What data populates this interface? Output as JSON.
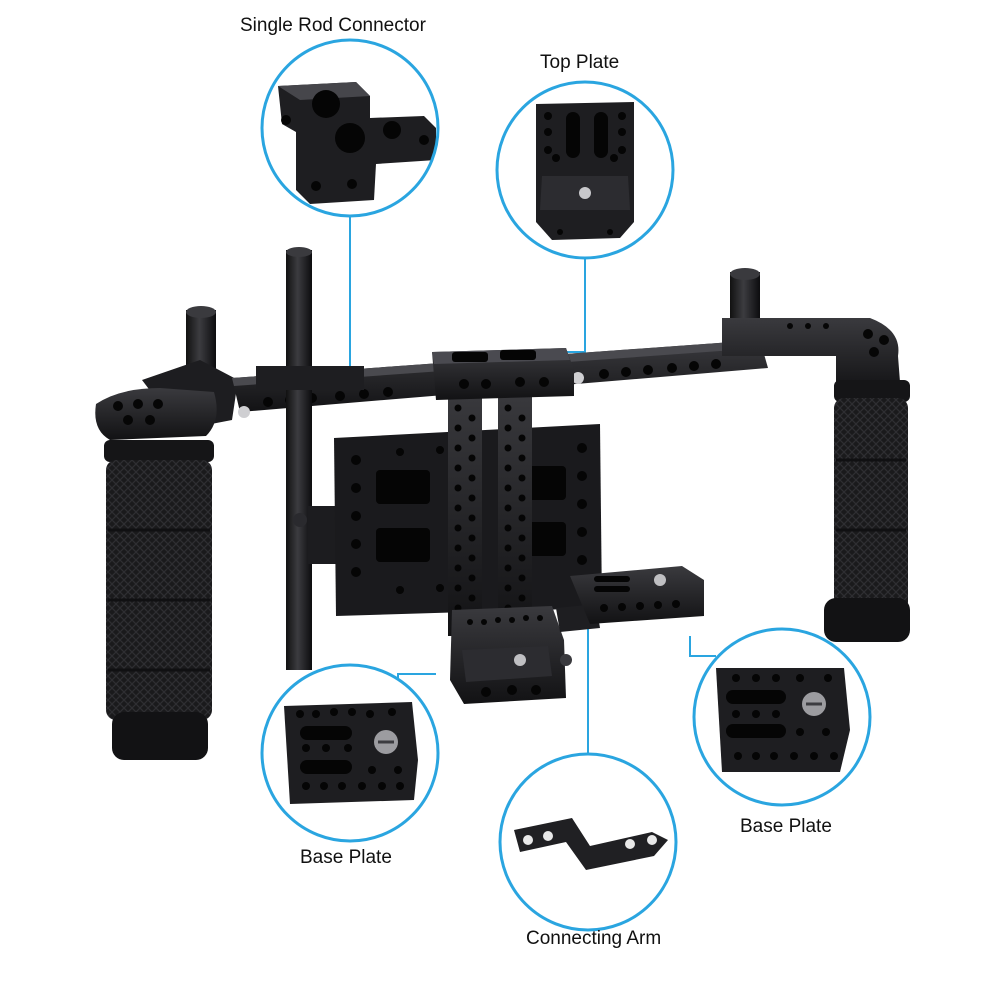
{
  "callouts": {
    "single_rod_connector": "Single Rod Connector",
    "top_plate": "Top Plate",
    "base_plate_left": "Base Plate",
    "base_plate_right": "Base Plate",
    "connecting_arm": "Connecting Arm"
  },
  "colors": {
    "callout_ring": "#2aa5e0",
    "metal": "#1c1c1e",
    "metal_highlight": "#3a3a3e",
    "hole": "#050505",
    "background": "#ffffff"
  }
}
